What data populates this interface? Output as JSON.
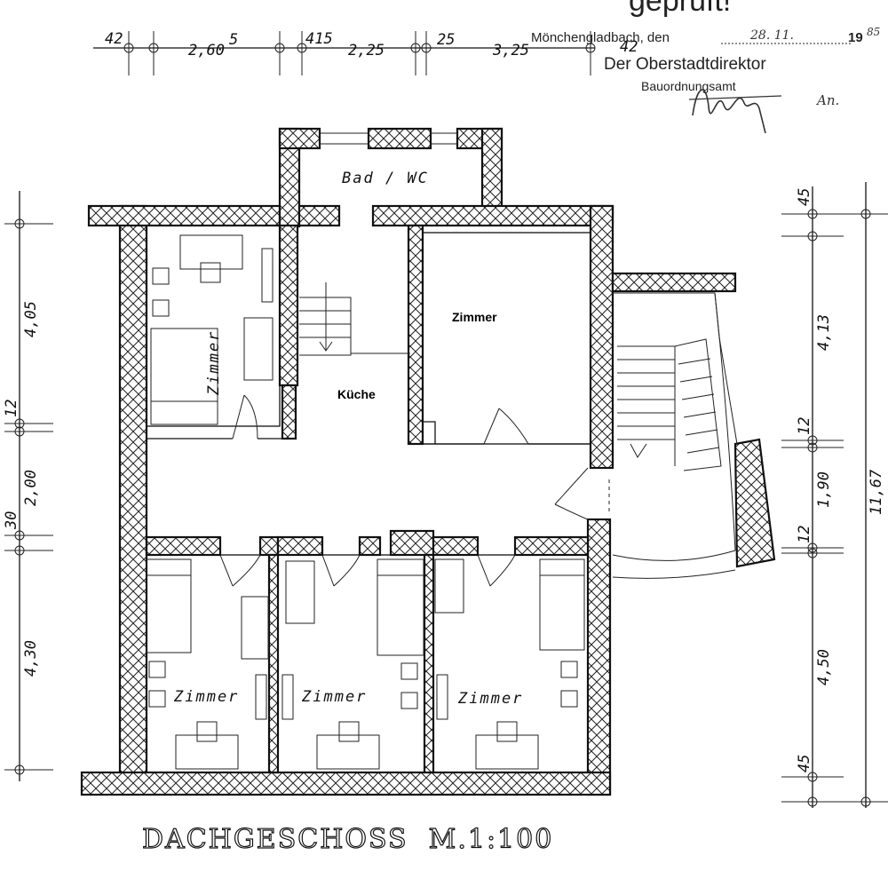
{
  "header": {
    "stamp_word": "geprüft!",
    "place_date_prefix": "Mönchengladbach, den",
    "date_handwritten": "28. 11.",
    "year_prefix": "19",
    "year_suffix": "85",
    "office_title": "Der Oberstadtdirektor",
    "office_dept": "Bauordnungsamt",
    "initials": "An."
  },
  "dimensions": {
    "top": [
      "42",
      "2,60",
      "5",
      "415",
      "2,25",
      "25",
      "3,25",
      "42"
    ],
    "left": [
      "4,05",
      "12",
      "2,00",
      "30",
      "4,30"
    ],
    "right_inner": [
      "45",
      "4,13",
      "12",
      "1,90",
      "12",
      "4,50",
      "45"
    ],
    "right_outer": [
      "11,67"
    ]
  },
  "rooms": {
    "bad": "Bad / WC",
    "zimmer_tl": "Zimmer",
    "zimmer_tr": "Zimmer",
    "kueche": "Küche",
    "zimmer_b1": "Zimmer",
    "zimmer_b2": "Zimmer",
    "zimmer_b3": "Zimmer"
  },
  "title": "DACHGESCHOSS  M.1:100"
}
